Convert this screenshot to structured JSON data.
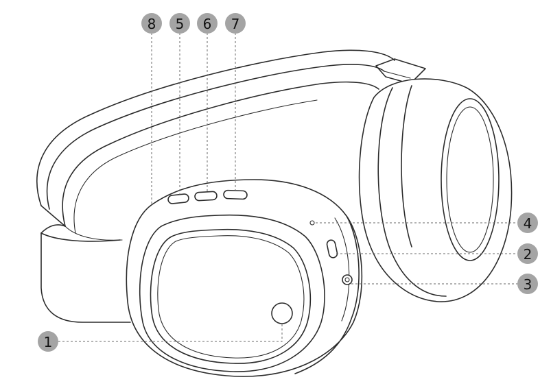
{
  "callouts": [
    {
      "id": "c8",
      "label": "8"
    },
    {
      "id": "c5",
      "label": "5"
    },
    {
      "id": "c6",
      "label": "6"
    },
    {
      "id": "c7",
      "label": "7"
    },
    {
      "id": "c4",
      "label": "4"
    },
    {
      "id": "c2",
      "label": "2"
    },
    {
      "id": "c3",
      "label": "3"
    },
    {
      "id": "c1",
      "label": "1"
    }
  ],
  "colors": {
    "callout_fill": "#a4a4a4",
    "line_art": "#2b2b2b",
    "leader_line": "#6a6a6a",
    "background": "#ffffff"
  }
}
